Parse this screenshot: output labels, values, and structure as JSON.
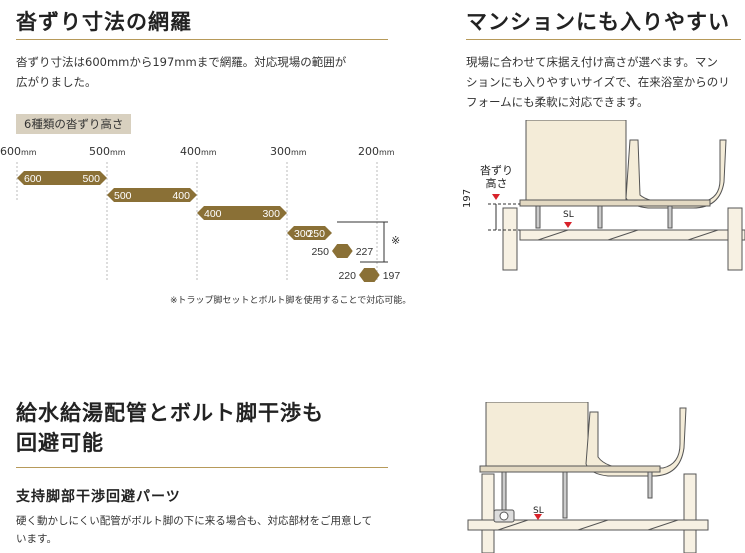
{
  "left_top": {
    "title": "沓ずり寸法の網羅",
    "paragraph_lines": [
      "沓ずり寸法は600mmから197mmまで網羅。対応現場の範囲が",
      "広がりました。"
    ],
    "tag": "6種類の沓ずり高さ",
    "ticks": [
      "600",
      "500",
      "400",
      "300",
      "200"
    ],
    "unit": "mm",
    "bars": [
      {
        "from": 600,
        "to": 500,
        "left_label": "600",
        "right_label": "500"
      },
      {
        "from": 500,
        "to": 400,
        "left_label": "500",
        "right_label": "400"
      },
      {
        "from": 400,
        "to": 300,
        "left_label": "400",
        "right_label": "300"
      },
      {
        "from": 300,
        "to": 250,
        "left_label": "300",
        "right_label": "250"
      },
      {
        "from": 250,
        "to": 227,
        "left_label": "250",
        "right_label": "227"
      },
      {
        "from": 220,
        "to": 197,
        "left_label": "220",
        "right_label": "197"
      }
    ],
    "bracket_mark": "※",
    "note": "※トラップ脚セットとボルト脚を使用することで対応可能。",
    "bar_color": "#8a7036"
  },
  "right_top": {
    "title": "マンションにも入りやすい",
    "paragraph_lines": [
      "現場に合わせて床据え付け高さが選べます。マン",
      "ションにも入りやすいサイズで、在来浴室からのリ",
      "フォームにも柔軟に対応できます。"
    ],
    "label_kutsuzuri_line1": "沓ずり",
    "label_kutsuzuri_line2": "高さ",
    "dimension": "197",
    "sl": "SL"
  },
  "left_bottom": {
    "title_line1": "給水給湯配管とボルト脚干渉も",
    "title_line2": "回避可能",
    "subtitle": "支持脚部干渉回避パーツ",
    "paragraph_lines": [
      "硬く動かしにくい配管がボルト脚の下に来る場合も、対応部材をご用意して",
      "います。"
    ]
  },
  "right_bottom": {
    "sl": "SL"
  },
  "colors": {
    "accent_rule": "#b79a5a",
    "tag_bg": "#d8d0bf",
    "bar": "#8a7036",
    "red_mark": "#d8222a",
    "tub": "#f4ecd8"
  }
}
